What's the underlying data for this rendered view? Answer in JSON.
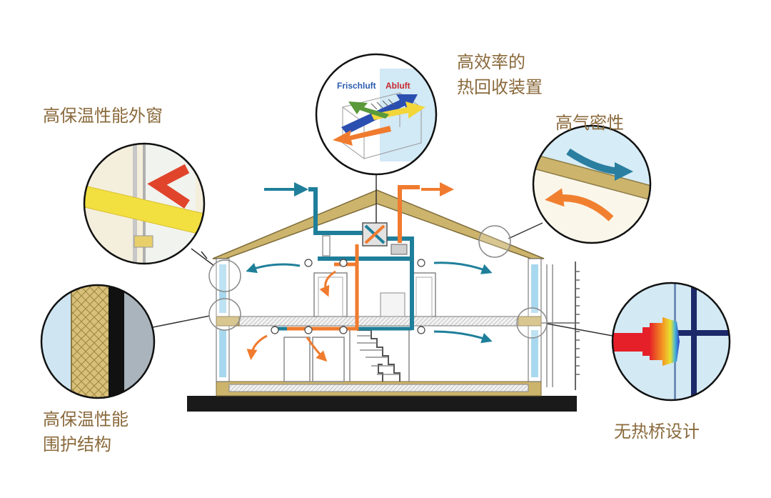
{
  "labels": {
    "heat_recovery": [
      "高效率的",
      "热回收装置"
    ],
    "windows": "高保温性能外窗",
    "airtightness": "高气密性",
    "envelope": [
      "高保温性能",
      "围护结构"
    ],
    "thermal_bridge": "无热桥设计"
  },
  "inset": {
    "fresh_air": "Frischluft",
    "exhaust_air": "Abluft"
  },
  "colors": {
    "label_text": "#8a6a3c",
    "fresh_air_duct": "#1f7f9a",
    "exhaust_air_duct": "#f07b2e",
    "insulation": "#cdb46c",
    "ground": "#1a1a1a",
    "window_glass": "#a8d8ee"
  }
}
